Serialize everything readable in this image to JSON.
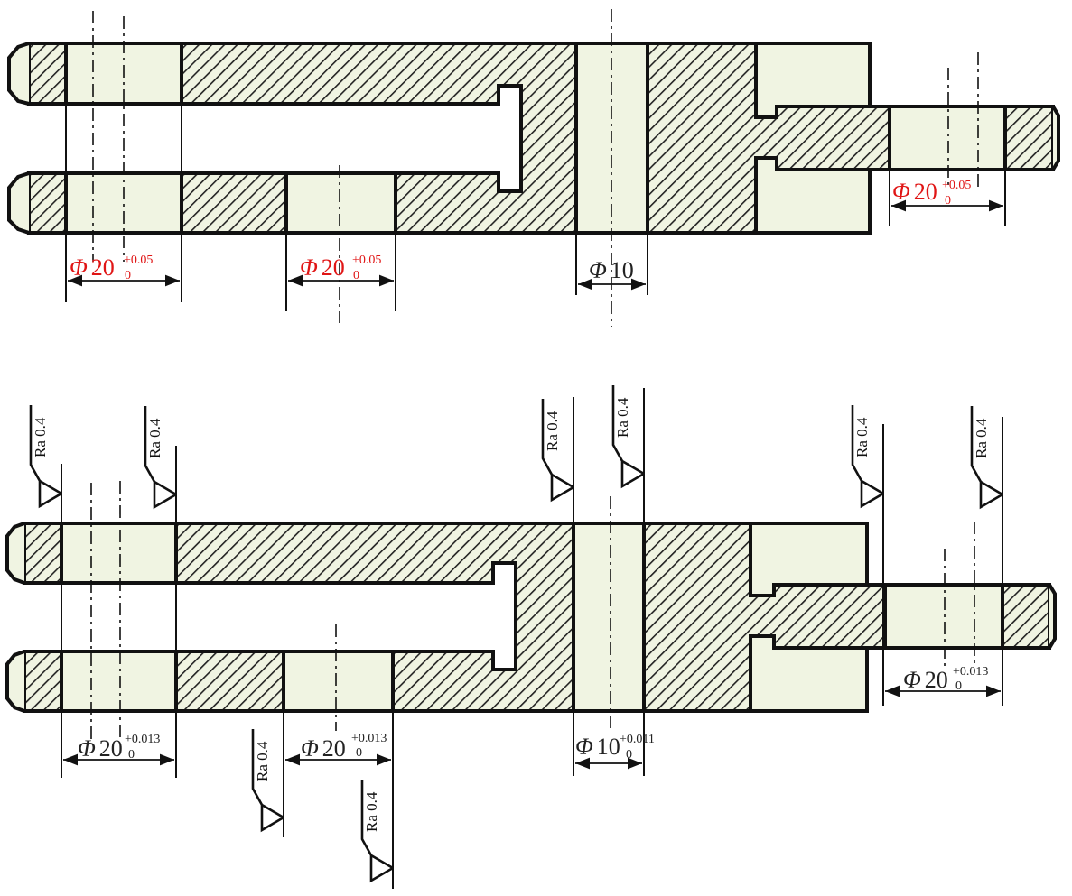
{
  "colors": {
    "section_fill": "#f0f4e2",
    "hatch": "#222222",
    "line": "#111111",
    "red_dim": "#e01515",
    "black_dim": "#222222"
  },
  "symbols": {
    "diameter": "Φ"
  },
  "top_view": {
    "dims": [
      {
        "sym": "Φ",
        "nominal": "20",
        "upper": "+0.05",
        "lower": "0"
      },
      {
        "sym": "Φ",
        "nominal": "20",
        "upper": "+0.05",
        "lower": "0"
      },
      {
        "sym": "Φ",
        "nominal": "10"
      },
      {
        "sym": "Φ",
        "nominal": "20",
        "upper": "+0.05",
        "lower": "0"
      }
    ]
  },
  "bottom_view": {
    "dims": [
      {
        "sym": "Φ",
        "nominal": "20",
        "upper": "+0.013",
        "lower": "0"
      },
      {
        "sym": "Φ",
        "nominal": "20",
        "upper": "+0.013",
        "lower": "0"
      },
      {
        "sym": "Φ",
        "nominal": "10",
        "upper": "+0.011",
        "lower": "0"
      },
      {
        "sym": "Φ",
        "nominal": "20",
        "upper": "+0.013",
        "lower": "0"
      }
    ],
    "roughness": [
      "Ra 0.4",
      "Ra 0.4",
      "Ra 0.4",
      "Ra 0.4",
      "Ra 0.4",
      "Ra 0.4",
      "Ra 0.4",
      "Ra 0.4"
    ]
  }
}
